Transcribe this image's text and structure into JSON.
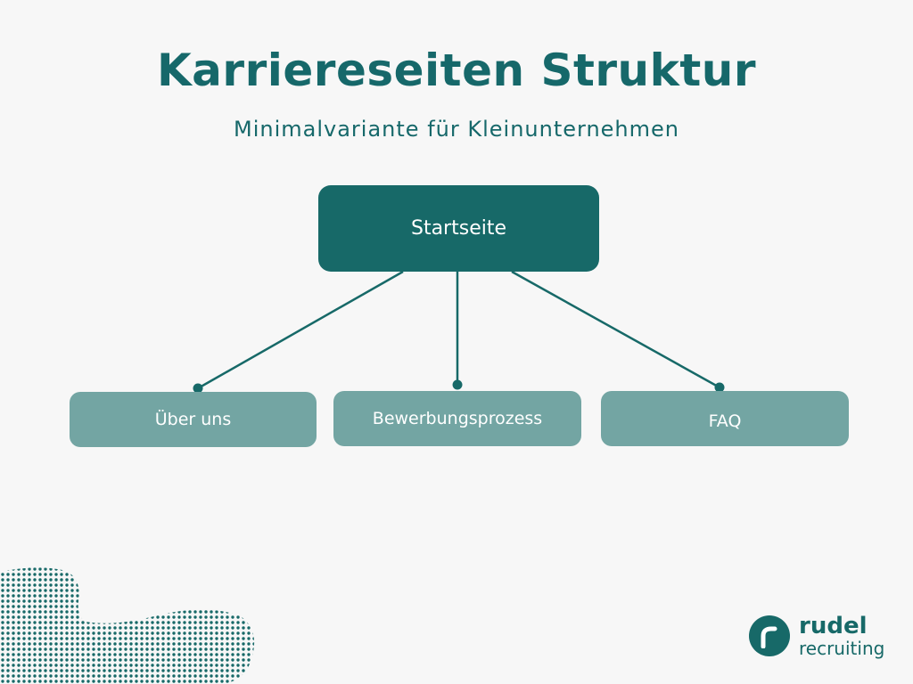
{
  "header": {
    "title": "Karriereseiten Struktur",
    "subtitle": "Minimalvariante für Kleinunternehmen"
  },
  "diagram": {
    "root": {
      "label": "Startseite"
    },
    "children": [
      {
        "label": "Über uns"
      },
      {
        "label": "Bewerbungsprozess"
      },
      {
        "label": "FAQ"
      }
    ]
  },
  "colors": {
    "background": "#f7f7f7",
    "primary": "#176968",
    "secondary": "#73a5a3",
    "text_on_node": "#ffffff"
  },
  "logo": {
    "icon": "logo-r-icon",
    "word_1": "rudel",
    "word_2": "recruiting"
  }
}
